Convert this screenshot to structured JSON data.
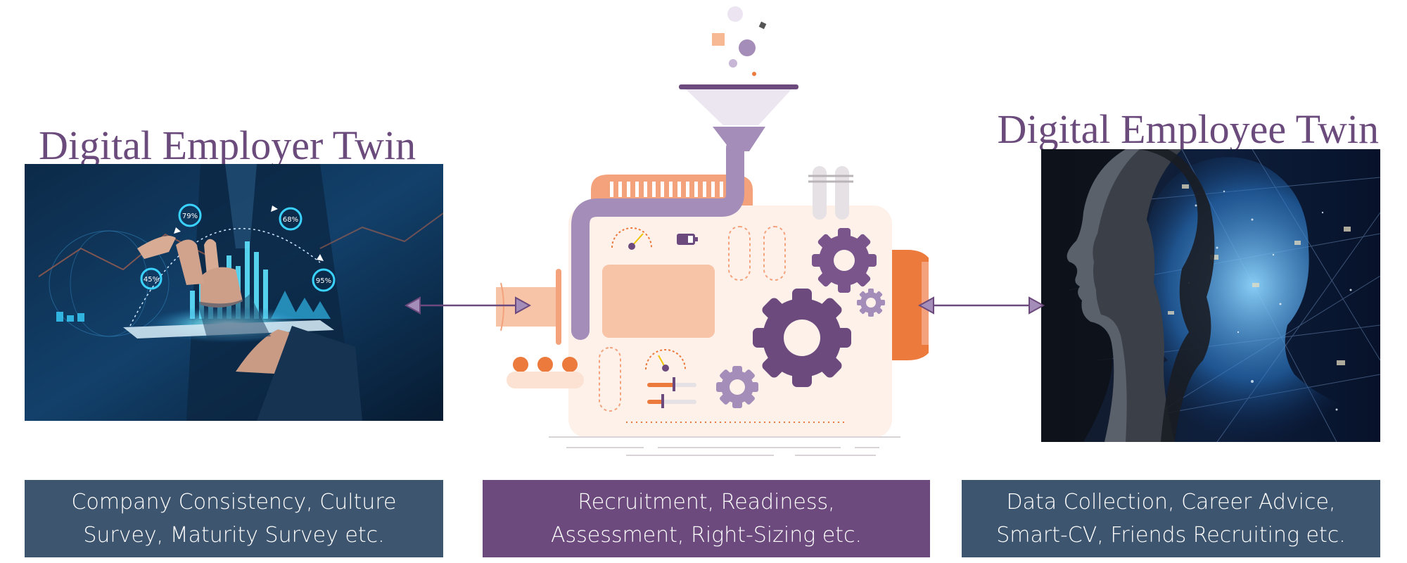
{
  "left": {
    "title": "Digital Employer Twin",
    "description_lines": [
      "Company Consistency, Culture",
      "Survey, Maturity Survey etc."
    ],
    "gauge_labels": [
      "79%",
      "68%",
      "45%",
      "95%"
    ]
  },
  "center": {
    "description_lines": [
      "Recruitment, Readiness,",
      "Assessment, Right-Sizing etc."
    ]
  },
  "right": {
    "title": "Digital Employee Twin",
    "description_lines": [
      "Data Collection, Career Advice,",
      "Smart-CV, Friends Recruiting etc."
    ]
  },
  "colors": {
    "purple": "#6d4a7d",
    "slate": "#3e556f",
    "orange": "#ec7a3c",
    "peach": "#f7c4a8",
    "lavender": "#a48db8"
  }
}
